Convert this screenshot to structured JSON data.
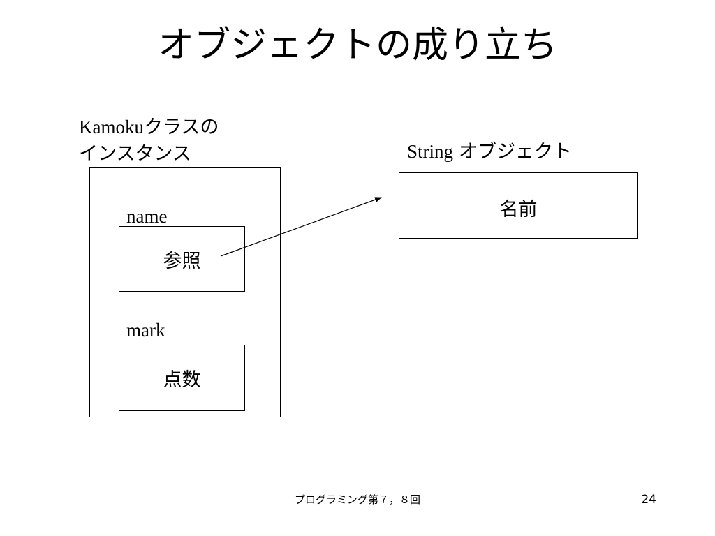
{
  "slide": {
    "title": "オブジェクトの成り立ち",
    "footer_text": "プログラミング第７，８回",
    "page_number": "24"
  },
  "instance": {
    "caption_latin": "Kamoku",
    "caption_jp_line1": "クラスの",
    "caption_jp_line2": "インスタンス",
    "fields": [
      {
        "name": "name",
        "value": "参照"
      },
      {
        "name": "mark",
        "value": "点数"
      }
    ]
  },
  "string_object": {
    "caption_latin": "String",
    "caption_jp": "オブジェクト",
    "value": "名前"
  },
  "connector": {
    "from": "name-field",
    "to": "string-object",
    "style": "arrow"
  }
}
